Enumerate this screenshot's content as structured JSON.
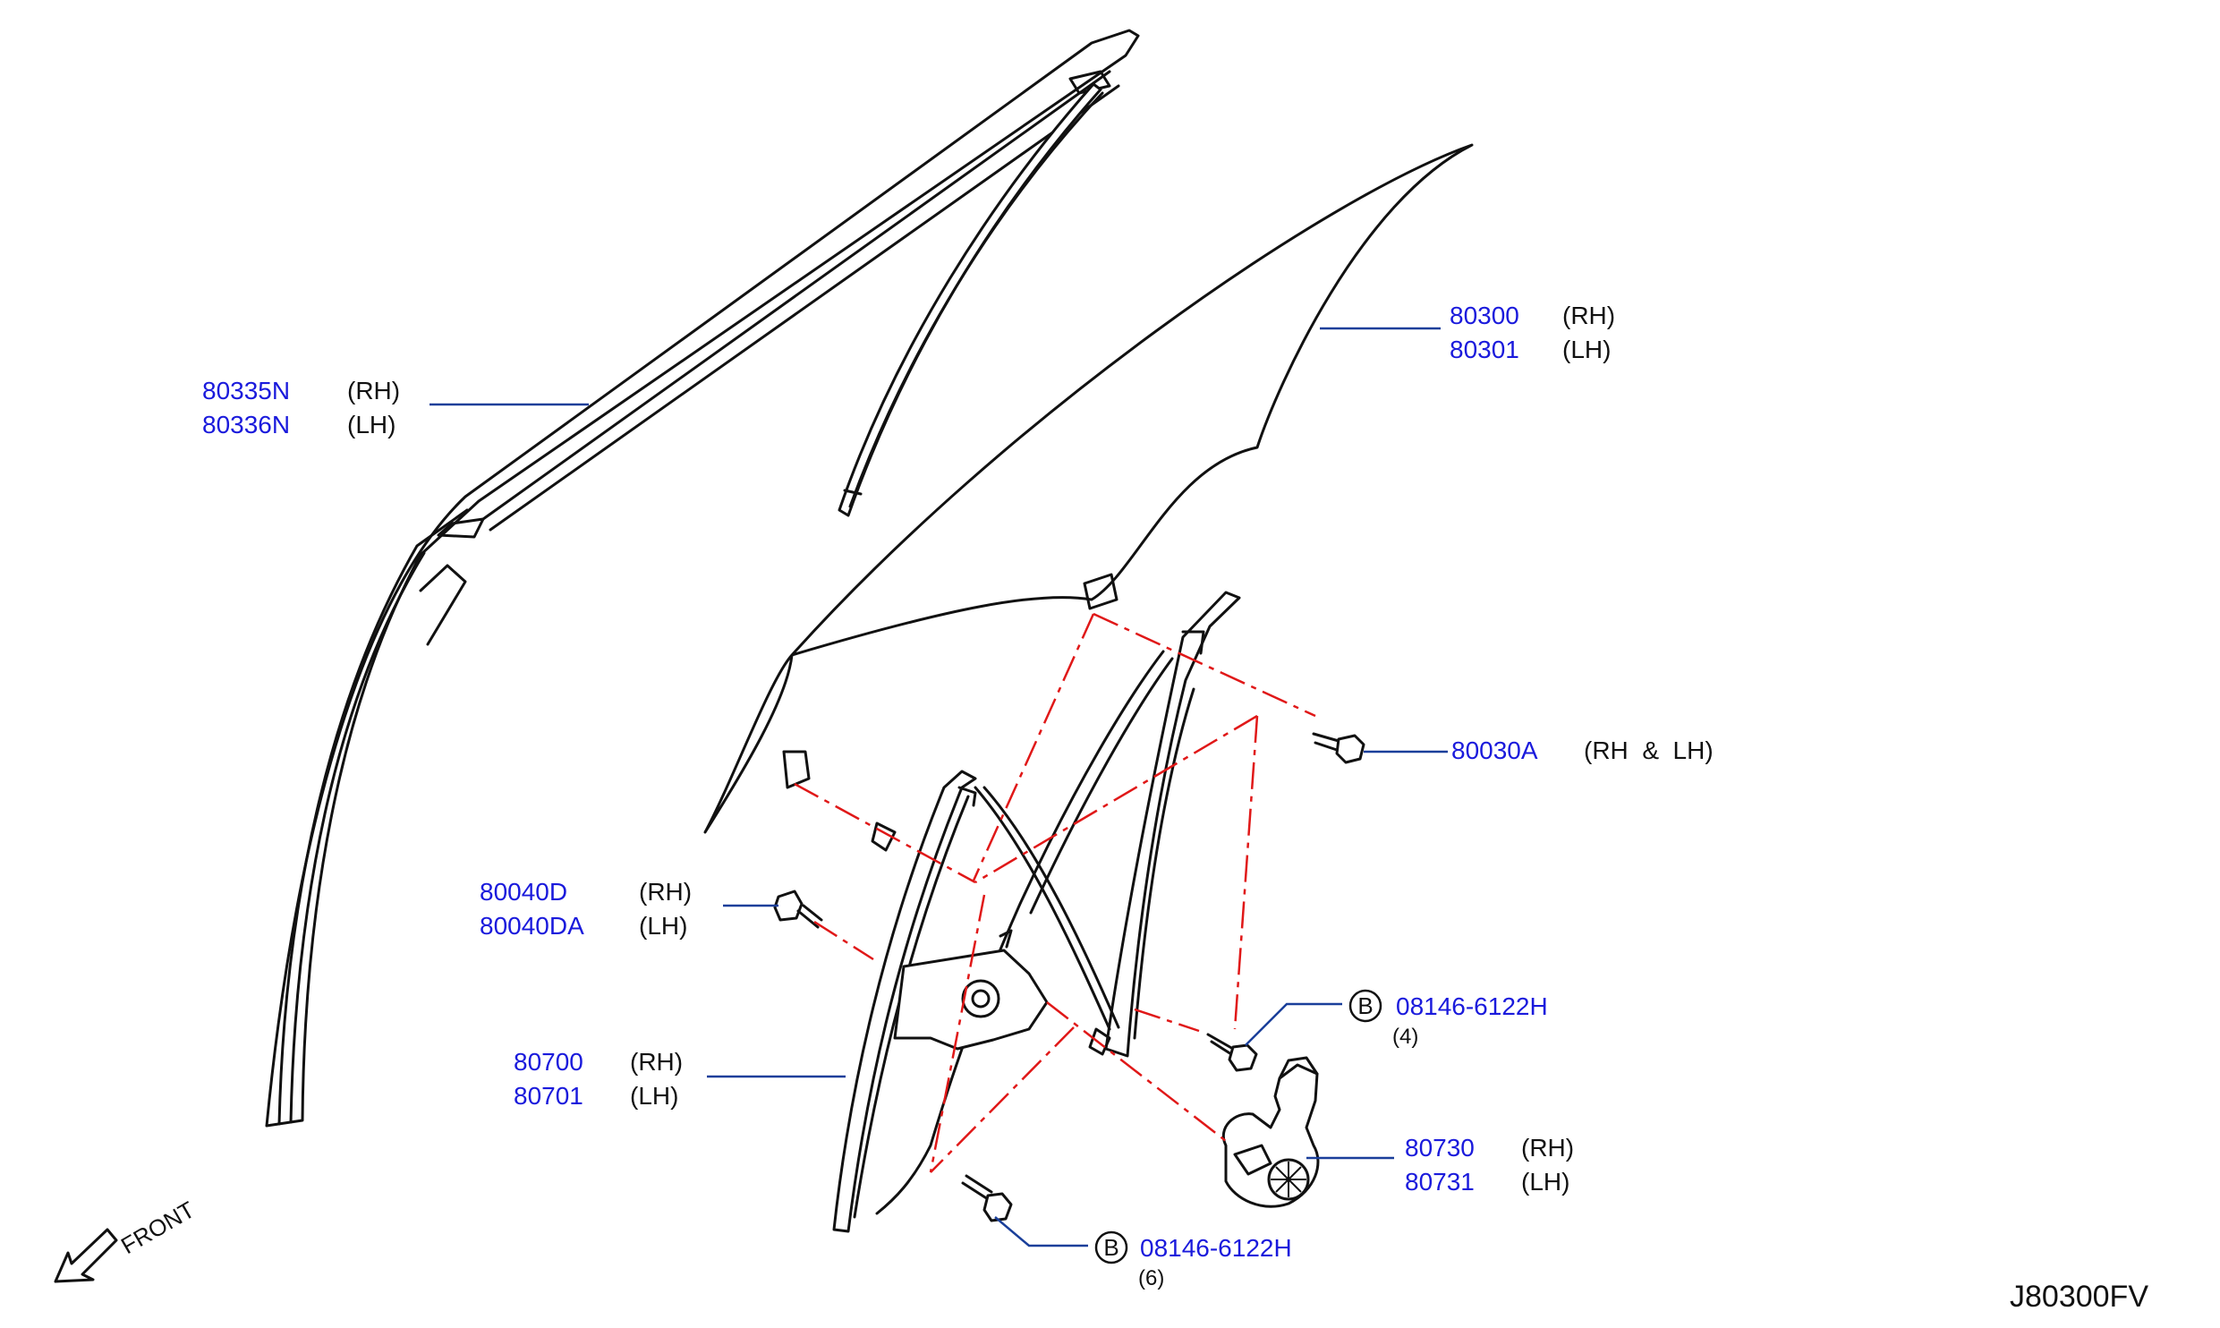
{
  "colors": {
    "part_number": "#1a1adc",
    "leader": "#1a3f9a",
    "assembly_line": "#e01818",
    "outline": "#111111"
  },
  "labels": {
    "outer_molding": {
      "rh_pn": "80335N",
      "rh_side": "(RH)",
      "lh_pn": "80336N",
      "lh_side": "(LH)"
    },
    "glass": {
      "rh_pn": "80300",
      "rh_side": "(RH)",
      "lh_pn": "80301",
      "lh_side": "(LH)"
    },
    "glass_bolt": {
      "pn": "80030A",
      "side": "(RH  &  LH)"
    },
    "front_bolt": {
      "rh_pn": "80040D",
      "rh_side": "(RH)",
      "lh_pn": "80040DA",
      "lh_side": "(LH)"
    },
    "regulator": {
      "rh_pn": "80700",
      "rh_side": "(RH)",
      "lh_pn": "80701",
      "lh_side": "(LH)"
    },
    "motor": {
      "rh_pn": "80730",
      "rh_side": "(RH)",
      "lh_pn": "80731",
      "lh_side": "(LH)"
    },
    "bolt_b_upper": {
      "badge": "B",
      "pn": "08146-6122H",
      "qty": "(4)"
    },
    "bolt_b_lower": {
      "badge": "B",
      "pn": "08146-6122H",
      "qty": "(6)"
    }
  },
  "front_indicator": "FRONT",
  "diagram_code": "J80300FV"
}
